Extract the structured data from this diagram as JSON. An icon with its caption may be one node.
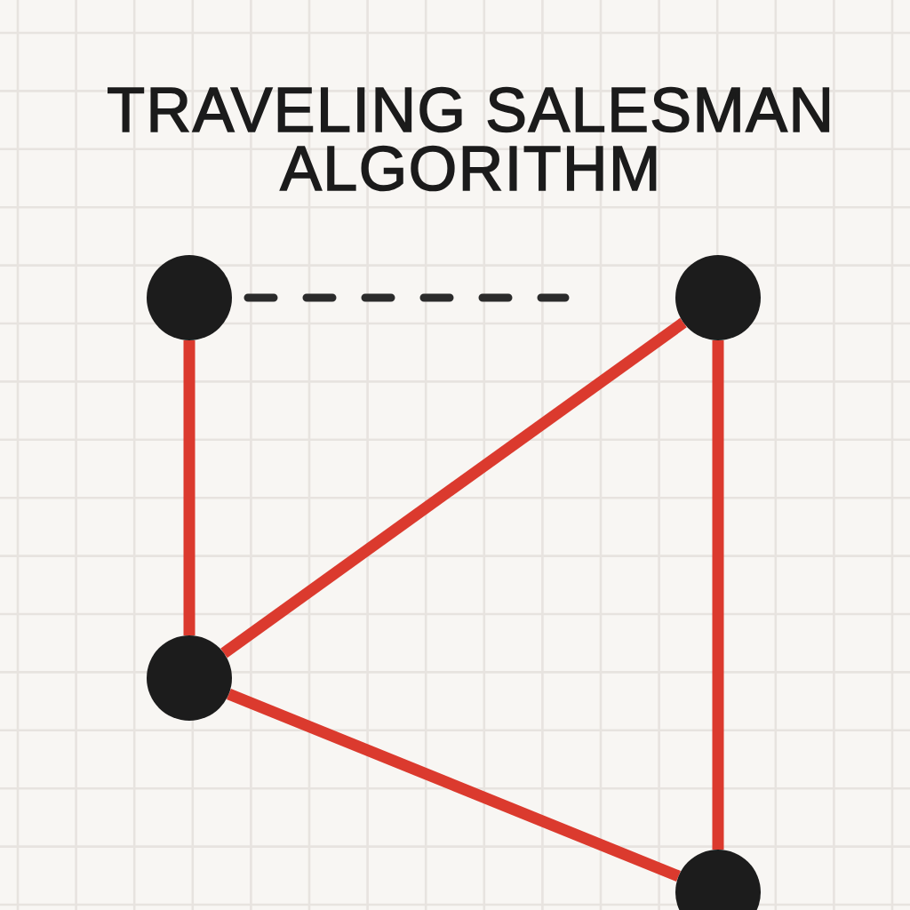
{
  "diagram": {
    "title": "TRAVELING SALESMAN ALGORITHM",
    "nodes": [
      {
        "text": [],
        "shape": "circle"
      },
      {
        "text": [],
        "shape": "circle"
      },
      {
        "text": [],
        "shape": "circle"
      },
      {
        "text": [],
        "shape": "circle"
      }
    ],
    "edges": [
      {
        "from": 0,
        "to": null,
        "arrow": "none",
        "style": "dashed",
        "color": "#2b2b2b"
      },
      {
        "from": 0,
        "to": 2,
        "arrow": "none"
      },
      {
        "from": 1,
        "to": 2,
        "arrow": "none"
      },
      {
        "from": 2,
        "to": 3,
        "arrow": "none"
      },
      {
        "from": 1,
        "to": 3,
        "arrow": "none"
      }
    ]
  }
}
